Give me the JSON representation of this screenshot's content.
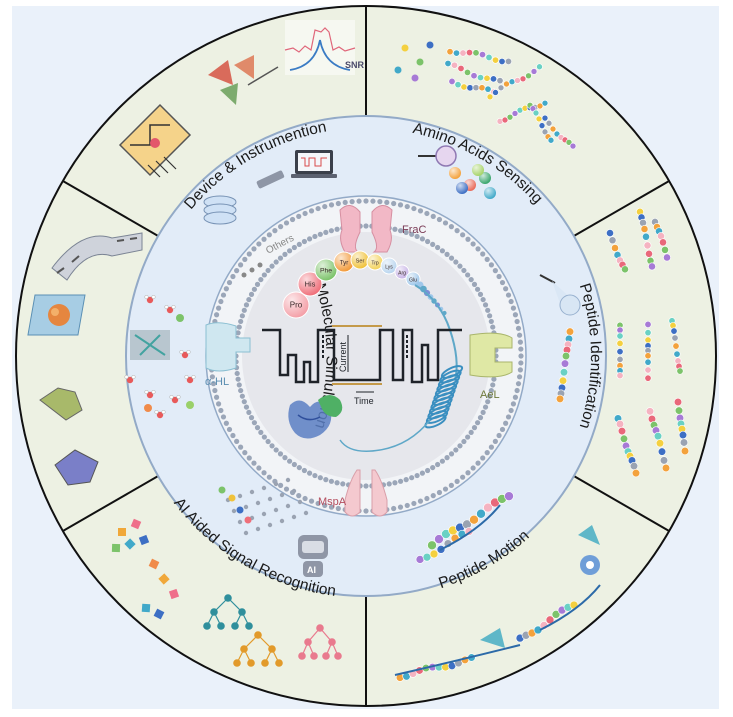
{
  "sections": {
    "device": "Device & Instrumention",
    "amino": "Amino Acids Sensing",
    "peptide_id": "Peptide Identification",
    "motion": "Peptide Motion",
    "ai": "AI Aided Signal Recognition",
    "molecular": "Molecular Simulation"
  },
  "pores": {
    "frac": "FraC",
    "ael": "AeL",
    "mspa": "MspA",
    "ahl": "α-HL",
    "others": "Others"
  },
  "amino_chain": [
    "Pro",
    "His",
    "Phe",
    "Tyr",
    "Ser",
    "Trp",
    "Lys",
    "Arg",
    "Glu"
  ],
  "signal": {
    "current": "Current",
    "time": "Time"
  },
  "device": {
    "snr": "SNR"
  },
  "ai": {
    "badge": "AI"
  },
  "colors": {
    "outer_ring": "#edf1e3",
    "inner_ring": "#e2ecf8",
    "core": "#e8e9ed",
    "frame": "#eaf1fa",
    "ring_stroke": "#93aac7",
    "divider": "#111111",
    "frac": "#f2b8c6",
    "ael": "#dfe8a5",
    "mspa": "#f4c9cf",
    "ahl": "#cfe7f0"
  }
}
